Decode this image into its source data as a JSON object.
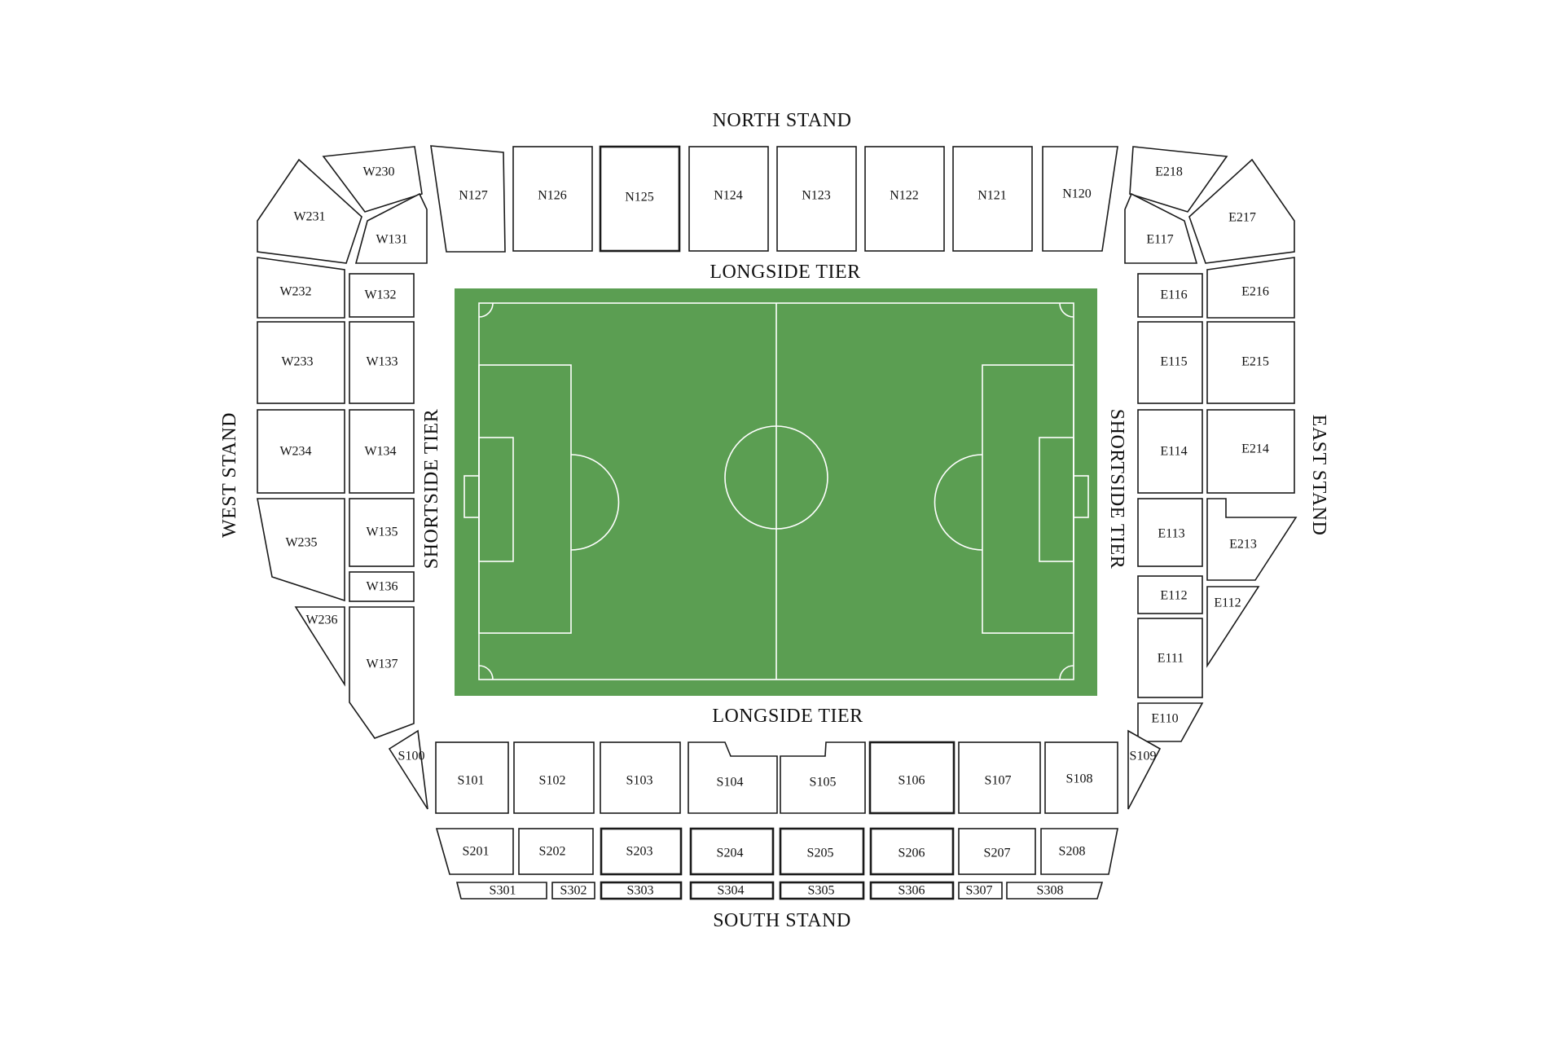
{
  "colors": {
    "pitch": "#5b9e52",
    "line": "#ffffff",
    "outline": "#1a1a1a",
    "background": "#ffffff"
  },
  "stands": {
    "north": "NORTH STAND",
    "south": "SOUTH STAND",
    "west": "WEST STAND",
    "east": "EAST STAND"
  },
  "tiers": {
    "top": "LONGSIDE TIER",
    "bottom": "LONGSIDE TIER",
    "left": "SHORTSIDE TIER",
    "right": "SHORTSIDE TIER"
  },
  "sections": {
    "north": [
      "N127",
      "N126",
      "N125",
      "N124",
      "N123",
      "N122",
      "N121",
      "N120"
    ],
    "west": [
      "W230",
      "W231",
      "W131",
      "W232",
      "W132",
      "W233",
      "W133",
      "W234",
      "W134",
      "W235",
      "W135",
      "W136",
      "W236",
      "W137"
    ],
    "east": [
      "E218",
      "E217",
      "E117",
      "E116",
      "E216",
      "E115",
      "E215",
      "E114",
      "E214",
      "E113",
      "E213",
      "E112",
      "E112",
      "E111",
      "E110"
    ],
    "south_lower": [
      "S100",
      "S101",
      "S102",
      "S103",
      "S104",
      "S105",
      "S106",
      "S107",
      "S108",
      "S109"
    ],
    "south_middle": [
      "S201",
      "S202",
      "S203",
      "S204",
      "S205",
      "S206",
      "S207",
      "S208"
    ],
    "south_upper": [
      "S301",
      "S302",
      "S303",
      "S304",
      "S305",
      "S306",
      "S307",
      "S308"
    ]
  }
}
